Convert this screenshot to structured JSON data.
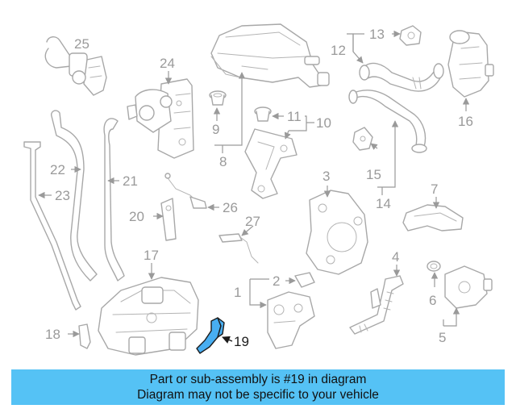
{
  "diagram": {
    "callouts": {
      "c1": "1",
      "c2": "2",
      "c3": "3",
      "c4": "4",
      "c5": "5",
      "c6": "6",
      "c7": "7",
      "c8": "8",
      "c9": "9",
      "c10": "10",
      "c11": "11",
      "c12": "12",
      "c13": "13",
      "c14": "14",
      "c15": "15",
      "c16": "16",
      "c17": "17",
      "c18": "18",
      "c19": "19",
      "c20": "20",
      "c21": "21",
      "c22": "22",
      "c23": "23",
      "c24": "24",
      "c25": "25",
      "c26": "26",
      "c27": "27"
    },
    "highlighted_part": "19",
    "colors": {
      "highlight_fill": "#48aef1",
      "part_stroke": "#a8a8a8",
      "banner_bg": "#55c2f5"
    }
  },
  "banner": {
    "line1": "Part or sub-assembly is #19 in diagram",
    "line2": "Diagram may not be specific to your vehicle"
  }
}
